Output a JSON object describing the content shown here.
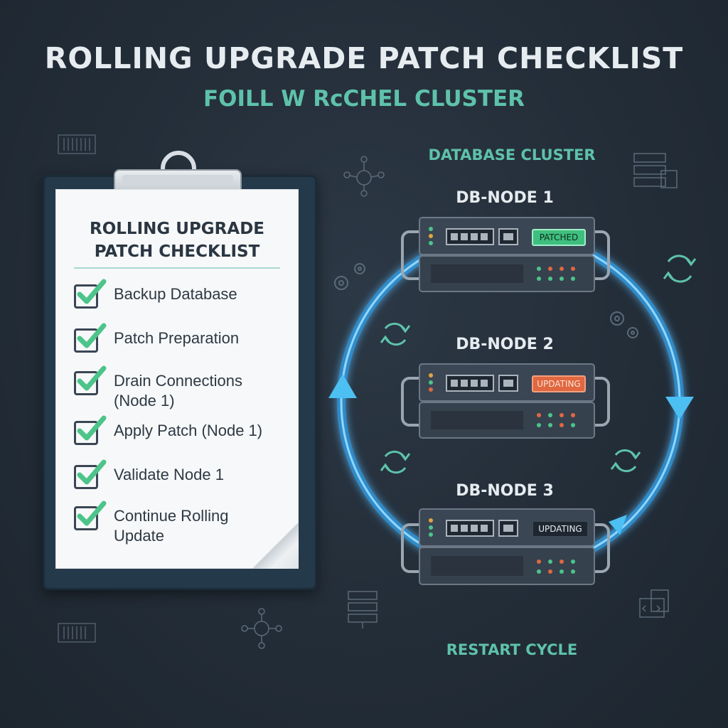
{
  "title": "ROLLING UPGRADE PATCH CHECKLIST",
  "subtitle": "FOILL W RcCHEL CLUSTER",
  "checklist": {
    "title_line1": "ROLLING UPGRADE",
    "title_line2": "PATCH CHECKLIST",
    "items": [
      {
        "line1": "Backup Database",
        "line2": "",
        "checked": true
      },
      {
        "line1": "Patch Preparation",
        "line2": "",
        "checked": true
      },
      {
        "line1": "Drain Connections",
        "line2": "(Node 1)",
        "checked": true
      },
      {
        "line1": "Apply Patch (Node 1)",
        "line2": "",
        "checked": true
      },
      {
        "line1": "Validate Node 1",
        "line2": "",
        "checked": true
      },
      {
        "line1": "Continue Rolling",
        "line2": "Update",
        "checked": true
      }
    ]
  },
  "cluster": {
    "label": "DATABASE CLUSTER",
    "footer": "RESTART CYCLE",
    "nodes": [
      {
        "name": "DB-NODE 1",
        "status": "PATCHED",
        "status_color": "#3fbf7f"
      },
      {
        "name": "DB-NODE 2",
        "status": "UPDATING",
        "status_color": "#e0673f"
      },
      {
        "name": "DB-NODE 3",
        "status": "UPDATING",
        "status_color": "#1e2630"
      }
    ]
  },
  "colors": {
    "accent_green": "#5ec2aa",
    "cycle_blue": "#3aa8e6",
    "check_green": "#4cc48a"
  }
}
